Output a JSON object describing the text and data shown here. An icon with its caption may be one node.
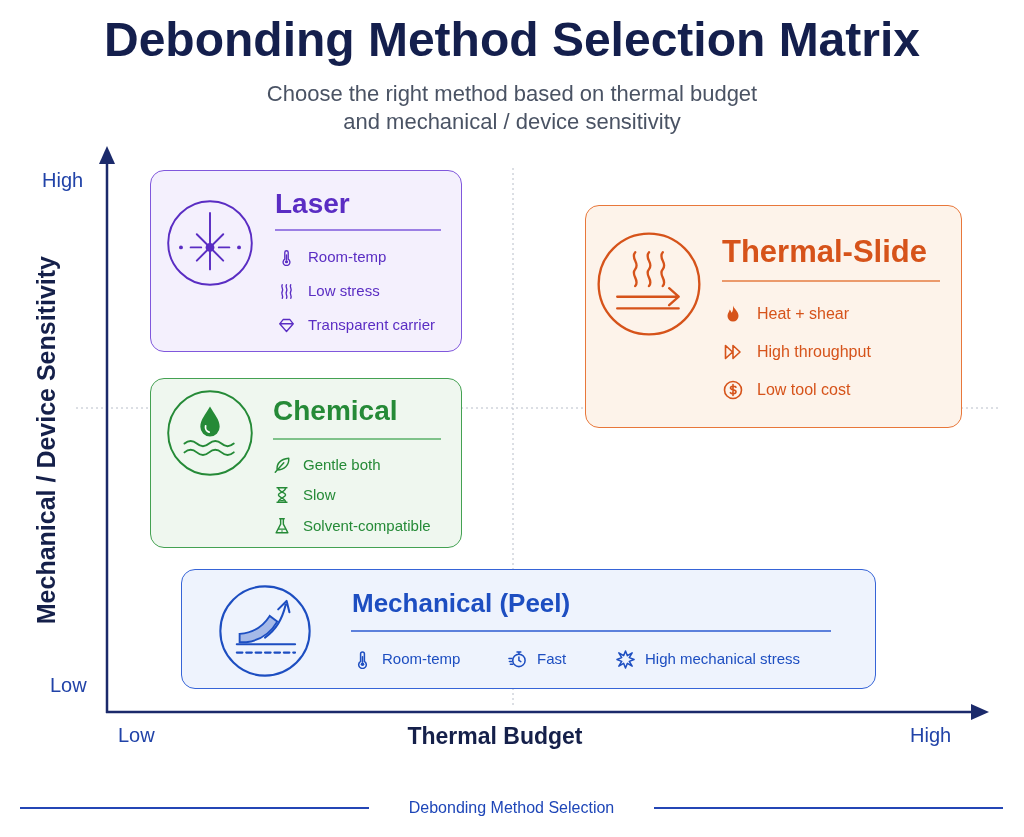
{
  "diagram": {
    "title": "Debonding Method Selection Matrix",
    "nodes": [
      {
        "text": [
          "Laser",
          "Room-temp",
          "Low stress",
          "Transparent carrier"
        ]
      },
      {
        "text": [
          "Thermal-Slide",
          "Heat + shear",
          "High throughput",
          "Low tool cost"
        ]
      },
      {
        "text": [
          "Chemical",
          "Gentle both",
          "Slow",
          "Solvent-compatible"
        ]
      },
      {
        "text": [
          "Mechanical (Peel)",
          "Room-temp",
          "Fast",
          "High mechanical stress"
        ]
      }
    ],
    "labels": [
      "Choose the right method based on thermal budget and mechanical / device sensitivity",
      "High",
      "Mechanical / Device Sensitivity",
      "Low",
      "Low",
      "Thermal Budget",
      "High",
      "Debonding Method Selection"
    ]
  }
}
